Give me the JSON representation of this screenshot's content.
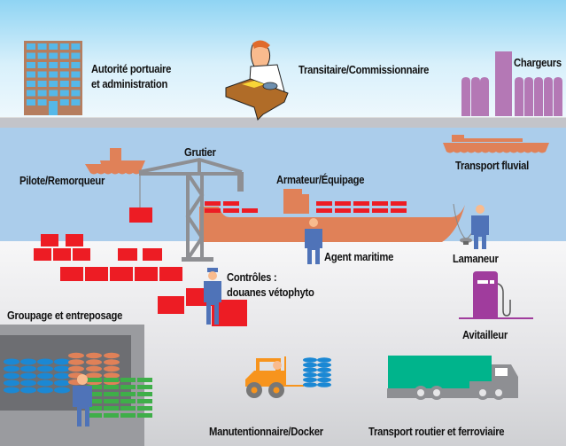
{
  "diagram": {
    "title_labels": {
      "port_authority": [
        "Autorité portuaire",
        "et administration"
      ],
      "forwarder": "Transitaire/Commissionnaire",
      "shippers": "Chargeurs",
      "pilot": "Pilote/Remorqueur",
      "crane": "Grutier",
      "shipowner": "Armateur/Équipage",
      "river": "Transport fluvial",
      "agent": "Agent maritime",
      "mooring": "Lamaneur",
      "controls": [
        "Contrôles :",
        "douanes vétophyto"
      ],
      "warehouse": "Groupage et entreposage",
      "bunkering": "Avitailleur",
      "docker": "Manutentionnaire/Docker",
      "road_rail": "Transport routier et ferroviaire"
    },
    "colors": {
      "sky": "#8fd4f3",
      "water": "#abcdeb",
      "quay": "#c3c4c9",
      "ship": "#e08158",
      "container": "#ed1c24",
      "crane": "#8e8f93",
      "building": "#b57d5e",
      "window": "#55b8e8",
      "factory": "#b478b5",
      "worker": "#4f73b8",
      "skin": "#f9bb8e",
      "fuel_pump": "#a03c9d",
      "forklift": "#f7941d",
      "truck_body": "#00b48c",
      "truck_cab": "#8e8f93",
      "bags_blue": "#1b88d4",
      "bags_orange": "#e08158",
      "bags_green": "#3fae49"
    }
  }
}
